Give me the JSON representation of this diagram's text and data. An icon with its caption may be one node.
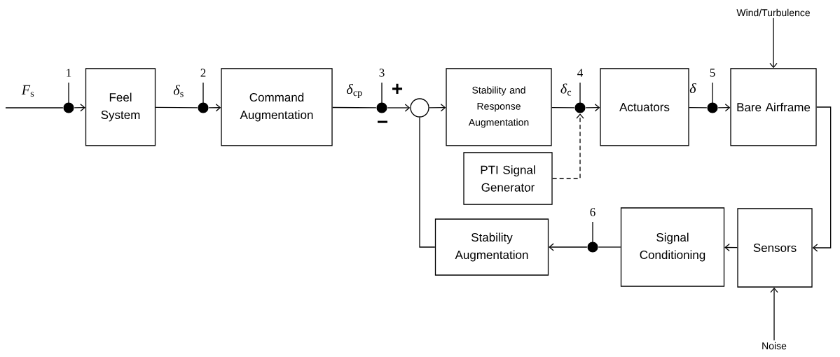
{
  "diagram": {
    "nodes": [
      {
        "text": [],
        "shape": "circle",
        "beside": [
          "1"
        ]
      },
      {
        "text": [
          "Feel System"
        ]
      },
      {
        "text": [],
        "shape": "circle",
        "beside": [
          "2"
        ]
      },
      {
        "text": [
          "Command Augmentation"
        ]
      },
      {
        "text": [],
        "shape": "circle",
        "beside": [
          "3"
        ]
      },
      {
        "text": [],
        "shape": "circle"
      },
      {
        "text": [
          "Stability and Response Augmentation"
        ]
      },
      {
        "text": [
          "PTI Signal Generator"
        ]
      },
      {
        "text": [],
        "shape": "circle",
        "beside": [
          "4"
        ]
      },
      {
        "text": [
          "Actuators"
        ]
      },
      {
        "text": [],
        "shape": "circle",
        "beside": [
          "5"
        ]
      },
      {
        "text": [
          "Bare Airframe"
        ]
      },
      {
        "text": [
          "Sensors"
        ]
      },
      {
        "text": [
          "Signal Conditioning"
        ]
      },
      {
        "text": [],
        "shape": "circle",
        "beside": [
          "6"
        ]
      },
      {
        "text": [
          "Stability Augmentation"
        ]
      },
      {
        "text": [
          "Wind/Turbulence"
        ]
      },
      {
        "text": [
          "Noise"
        ]
      }
    ],
    "edges": [
      {
        "from": null,
        "to": 0,
        "arrow": "none",
        "label": "*F*$_{s}$"
      },
      {
        "from": 0,
        "to": 1,
        "arrow": "to"
      },
      {
        "from": 1,
        "to": 2,
        "arrow": "none",
        "label": "*δ*$_{s}$"
      },
      {
        "from": 2,
        "to": 3,
        "arrow": "to"
      },
      {
        "from": 3,
        "to": 4,
        "arrow": "none",
        "label": "*δ*$_{cp}$"
      },
      {
        "from": 4,
        "to": 5,
        "arrow": "to"
      },
      {
        "from": 5,
        "to": 6,
        "arrow": "to"
      },
      {
        "from": 6,
        "to": 8,
        "arrow": "none",
        "label": "*δ*$_{c}$"
      },
      {
        "from": 8,
        "to": 9,
        "arrow": "to"
      },
      {
        "from": 7,
        "to": 8,
        "arrow": "to",
        "style": "dashed"
      },
      {
        "from": 9,
        "to": 10,
        "arrow": "none",
        "label": "*δ*"
      },
      {
        "from": 10,
        "to": 11,
        "arrow": "to"
      },
      {
        "from": 11,
        "to": 12,
        "arrow": "to"
      },
      {
        "from": 12,
        "to": 13,
        "arrow": "to"
      },
      {
        "from": 13,
        "to": 14,
        "arrow": "none"
      },
      {
        "from": 14,
        "to": 15,
        "arrow": "to"
      },
      {
        "from": 15,
        "to": 5,
        "arrow": "none"
      },
      {
        "from": 16,
        "to": 11,
        "arrow": "to"
      },
      {
        "from": 17,
        "to": 12,
        "arrow": "to"
      }
    ],
    "labels": [
      "+",
      "−"
    ]
  }
}
